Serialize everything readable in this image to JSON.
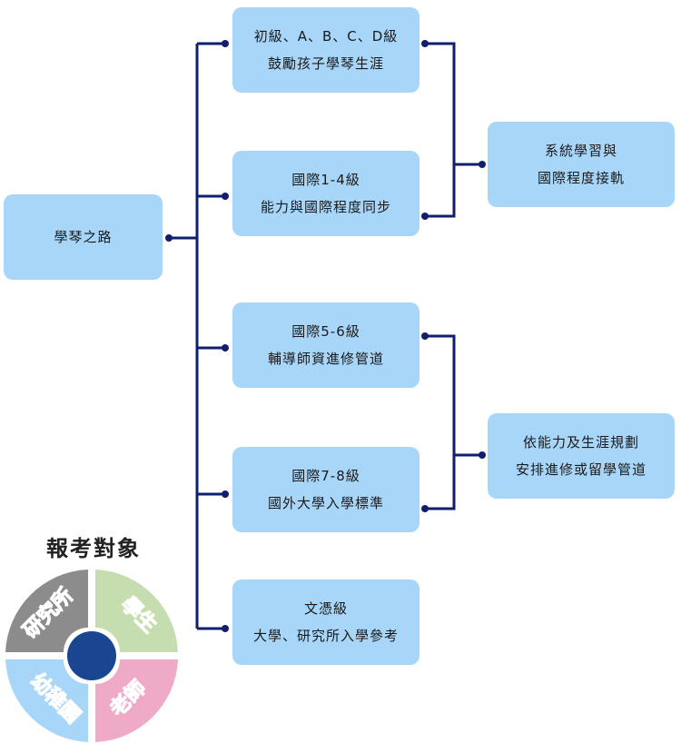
{
  "root": {
    "label": "學琴之路"
  },
  "levels": [
    {
      "line1": "初級、A、B、C、D級",
      "line2": "鼓勵孩子學琴生涯"
    },
    {
      "line1": "國際1-4級",
      "line2": "能力與國際程度同步"
    },
    {
      "line1": "國際5-6級",
      "line2": "輔導師資進修管道"
    },
    {
      "line1": "國際7-8級",
      "line2": "國外大學入學標準"
    },
    {
      "line1": "文憑級",
      "line2": "大學、研究所入學參考"
    }
  ],
  "outcomes": [
    {
      "line1": "系統學習與",
      "line2": "國際程度接軌"
    },
    {
      "line1": "依能力及生涯規劃",
      "line2": "安排進修或留學管道"
    }
  ],
  "audience": {
    "title": "報考對象",
    "segments": [
      {
        "label": "研究所",
        "color": "#8c8c8c"
      },
      {
        "label": "學生",
        "color": "#c6deaf"
      },
      {
        "label": "老師",
        "color": "#eeaac6"
      },
      {
        "label": "幼稚園",
        "color": "#a8d6f9"
      }
    ],
    "center_color": "#1a4590"
  },
  "colors": {
    "box": "#a8d6f9",
    "connector": "#0f1f6e"
  }
}
